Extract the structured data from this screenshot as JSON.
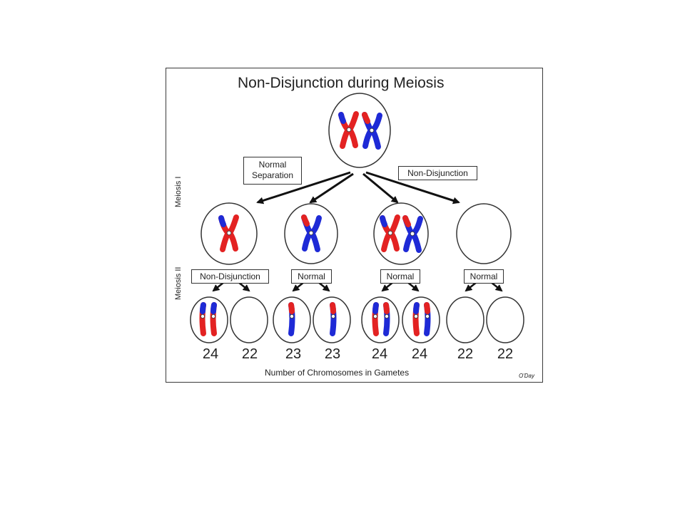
{
  "diagram": {
    "title": "Non-Disjunction during Meiosis",
    "stage_labels": {
      "meiosis_1": "Meiosis I",
      "meiosis_2": "Meiosis II"
    },
    "branch_labels": {
      "normal_separation": [
        "Normal",
        "Separation"
      ],
      "non_disjunction": "Non-Disjunction"
    },
    "meiosis_2_labels": [
      "Non-Disjunction",
      "Normal",
      "Normal",
      "Normal"
    ],
    "gamete_counts": [
      "24",
      "22",
      "23",
      "23",
      "24",
      "24",
      "22",
      "22"
    ],
    "x_axis_label": "Number of Chromosomes in Gametes",
    "credit": "O'Day",
    "colors": {
      "maternal": "#e32222",
      "paternal": "#1e2ad6",
      "outline": "#333333",
      "arrow": "#111111"
    }
  }
}
